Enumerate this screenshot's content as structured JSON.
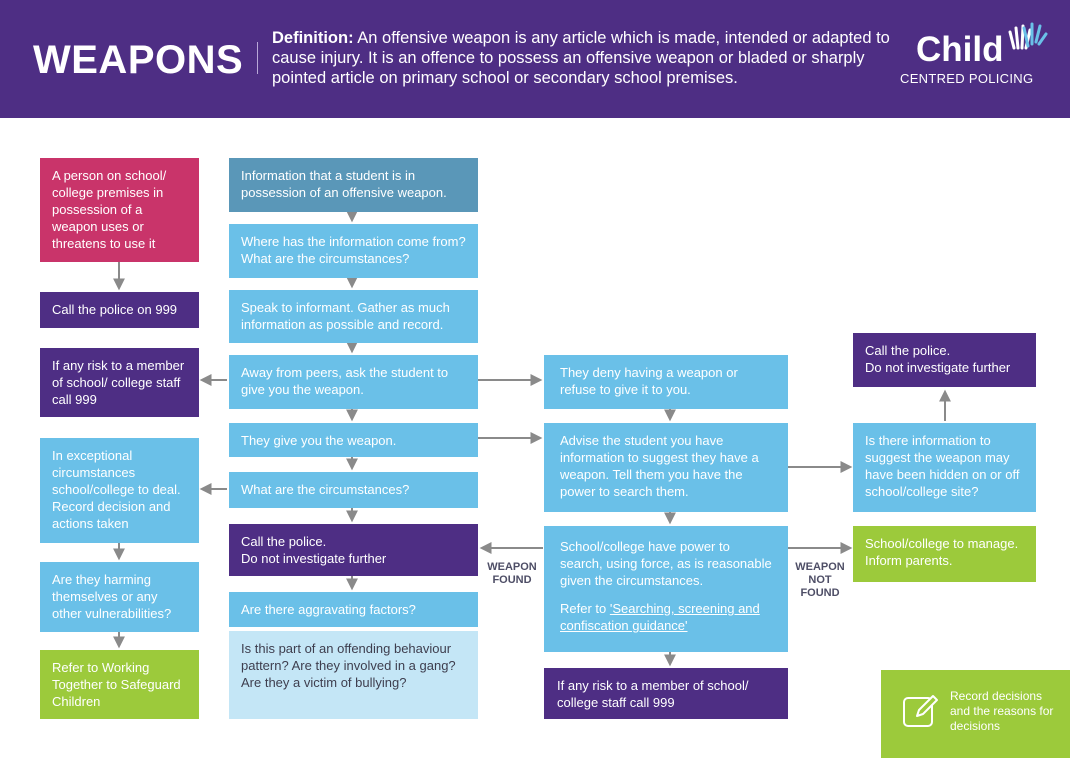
{
  "header": {
    "title": "WEAPONS",
    "definition_label": "Definition:",
    "definition_text": " An offensive weapon is any article which is made, intended or adapted to cause injury. It is an offence to possess an offensive weapon or bladed or sharply pointed article on primary school or secondary school premises.",
    "logo_main": "Child",
    "logo_sub": "CENTRED POLICING"
  },
  "left": {
    "box1": "A person on school/ college premises in possession of a weapon uses or threatens to use it",
    "box2": "Call the police on 999",
    "box3": "If any risk to a member of school/ college staff call 999",
    "box4": "In exceptional circumstances school/college to deal. Record decision and actions taken",
    "box5": "Are they harming themselves or any other vulnerabilities?",
    "box6": "Refer to Working Together to Safeguard Children"
  },
  "middle": {
    "box1": "Information that a student is in possession of an offensive weapon.",
    "box2": "Where has the information come from? What are the circumstances?",
    "box3": "Speak to informant. Gather as much information as possible and record.",
    "box4": "Away from peers, ask the student to give you the weapon.",
    "box5": "They give you the weapon.",
    "box6": "What are the circumstances?",
    "box7_line1": "Call the police.",
    "box7_line2": "Do not investigate further",
    "box8": "Are there aggravating factors?",
    "box9": "Is this part of an offending behaviour pattern? Are they involved in a gang? Are they a victim of bullying?"
  },
  "right": {
    "box1": "They deny having a weapon or refuse to give it to you.",
    "box2": "Advise the student you have information to suggest they have a weapon. Tell them you have the power to search them.",
    "box3": "School/college have power to search, using force, as is reasonable given the circumstances.",
    "box3_refer": "Refer to ",
    "box3_link": "'Searching, screening and confiscation guidance'",
    "box4": "If any risk to a member of school/ college staff call 999"
  },
  "far_right": {
    "box1_line1": "Call the police.",
    "box1_line2": "Do not investigate further",
    "box2": "Is there information to suggest the weapon may have been hidden on or off school/college site?",
    "box3": "School/college to manage. Inform parents."
  },
  "labels": {
    "weapon_found": "WEAPON FOUND",
    "weapon_not_found": "WEAPON NOT FOUND"
  },
  "footer": {
    "note": "Record decisions and the reasons for decisions",
    "icon": "edit-icon"
  }
}
